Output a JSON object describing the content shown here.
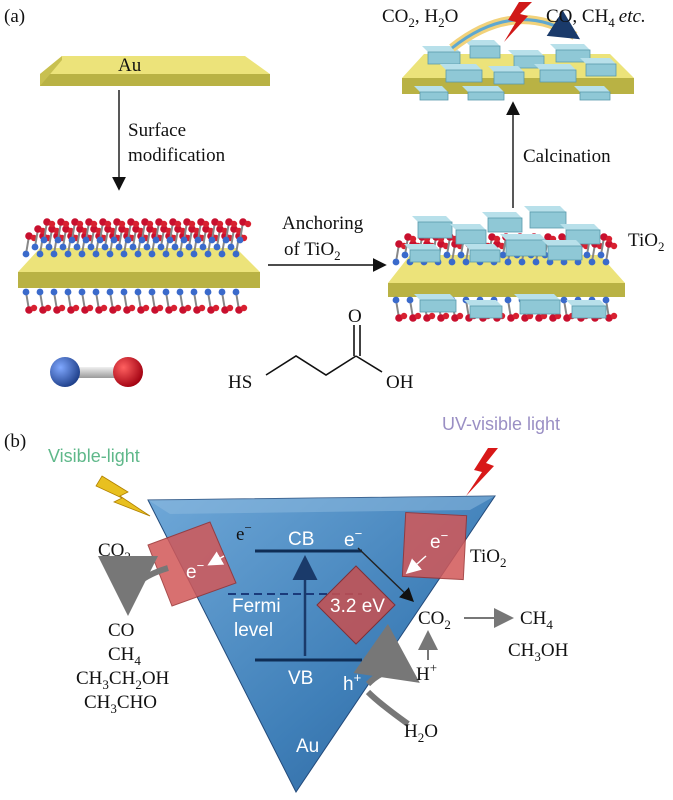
{
  "panel_a": {
    "label": "(a)",
    "au_label": "Au",
    "step1": [
      "Surface",
      "modification"
    ],
    "step2": [
      "Anchoring",
      "of TiO"
    ],
    "step2_sub": "2",
    "step3": "Calcination",
    "tio2_label": "TiO",
    "tio2_sub": "2",
    "reactants": "CO",
    "reactants_sub": "2",
    "reactants_rest": ", H",
    "reactants_sub2": "2",
    "reactants_end": "O",
    "products": "CO, CH",
    "products_sub": "4",
    "products_etc": "etc.",
    "molecule": {
      "hs": "HS",
      "o": "O",
      "oh": "OH"
    }
  },
  "panel_b": {
    "label": "(b)",
    "visible_light": "Visible-light",
    "uv_visible_light": "UV-visible light",
    "cb": "CB",
    "vb": "VB",
    "fermi": [
      "Fermi",
      "level"
    ],
    "gap": "3.2 eV",
    "au": "Au",
    "electron": "e−",
    "hole": "h",
    "hole_sup": "+",
    "co2_left": "CO",
    "co2_left_sub": "2",
    "left_products": [
      "CO",
      "CH4",
      "CH3CH2OH",
      "CH3CHO"
    ],
    "tio2": "TiO",
    "tio2_sub": "2",
    "co2_right": "CO",
    "co2_right_sub": "2",
    "right_products": [
      "CH4",
      "CH3OH"
    ],
    "h_plus": "H",
    "h_plus_sup": "+",
    "h2o": "H",
    "h2o_sub": "2",
    "h2o_end": "O"
  },
  "colors": {
    "au_slab": "#e0d96a",
    "au_dark": "#a8a23a",
    "tio2_block": "#8fc8d6",
    "triangle": "#3f7fb8",
    "triangle_light": "#7fb0d8",
    "tio2_red": "#d04848",
    "bolt_red": "#d02020",
    "bolt_yellow": "#e8c020",
    "atom_red": "#c8102e",
    "atom_blue": "#3060b0",
    "arrow_gray": "#707070"
  }
}
